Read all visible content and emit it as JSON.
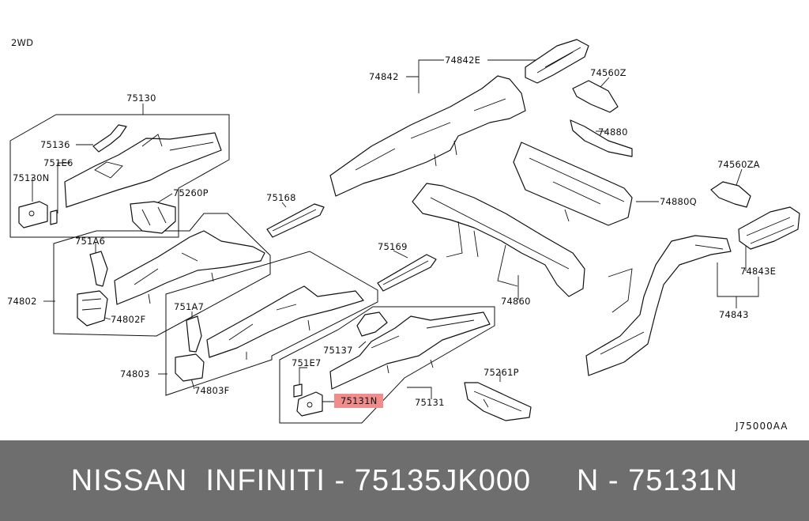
{
  "diagram": {
    "variant_label": "2WD",
    "drawing_code": "J75000AA",
    "highlight_color": "#f08c8c",
    "parts": [
      {
        "id": "p75130",
        "label": "75130"
      },
      {
        "id": "p75136",
        "label": "75136"
      },
      {
        "id": "p751E6",
        "label": "751E6"
      },
      {
        "id": "p75130N",
        "label": "75130N"
      },
      {
        "id": "p75260P",
        "label": "75260P"
      },
      {
        "id": "p751A6",
        "label": "751A6"
      },
      {
        "id": "p74802",
        "label": "74802"
      },
      {
        "id": "p74802F",
        "label": "74802F"
      },
      {
        "id": "p75168",
        "label": "75168"
      },
      {
        "id": "p751A7",
        "label": "751A7"
      },
      {
        "id": "p74803",
        "label": "74803"
      },
      {
        "id": "p74803F",
        "label": "74803F"
      },
      {
        "id": "p75137",
        "label": "75137"
      },
      {
        "id": "p751E7",
        "label": "751E7"
      },
      {
        "id": "p75131N",
        "label": "75131N",
        "highlighted": true
      },
      {
        "id": "p75131",
        "label": "75131"
      },
      {
        "id": "p75169",
        "label": "75169"
      },
      {
        "id": "p75261P",
        "label": "75261P"
      },
      {
        "id": "p74842E",
        "label": "74842E"
      },
      {
        "id": "p74842",
        "label": "74842"
      },
      {
        "id": "p74560Z",
        "label": "74560Z"
      },
      {
        "id": "p74880",
        "label": "74880"
      },
      {
        "id": "p74880Q",
        "label": "74880Q"
      },
      {
        "id": "p74860",
        "label": "74860"
      },
      {
        "id": "p74560ZA",
        "label": "74560ZA"
      },
      {
        "id": "p74843E",
        "label": "74843E"
      },
      {
        "id": "p74843",
        "label": "74843"
      }
    ]
  },
  "banner": {
    "text": "NISSAN  INFINITI - 75135JK000     N - 75131N",
    "background": "#6e6e6e"
  }
}
